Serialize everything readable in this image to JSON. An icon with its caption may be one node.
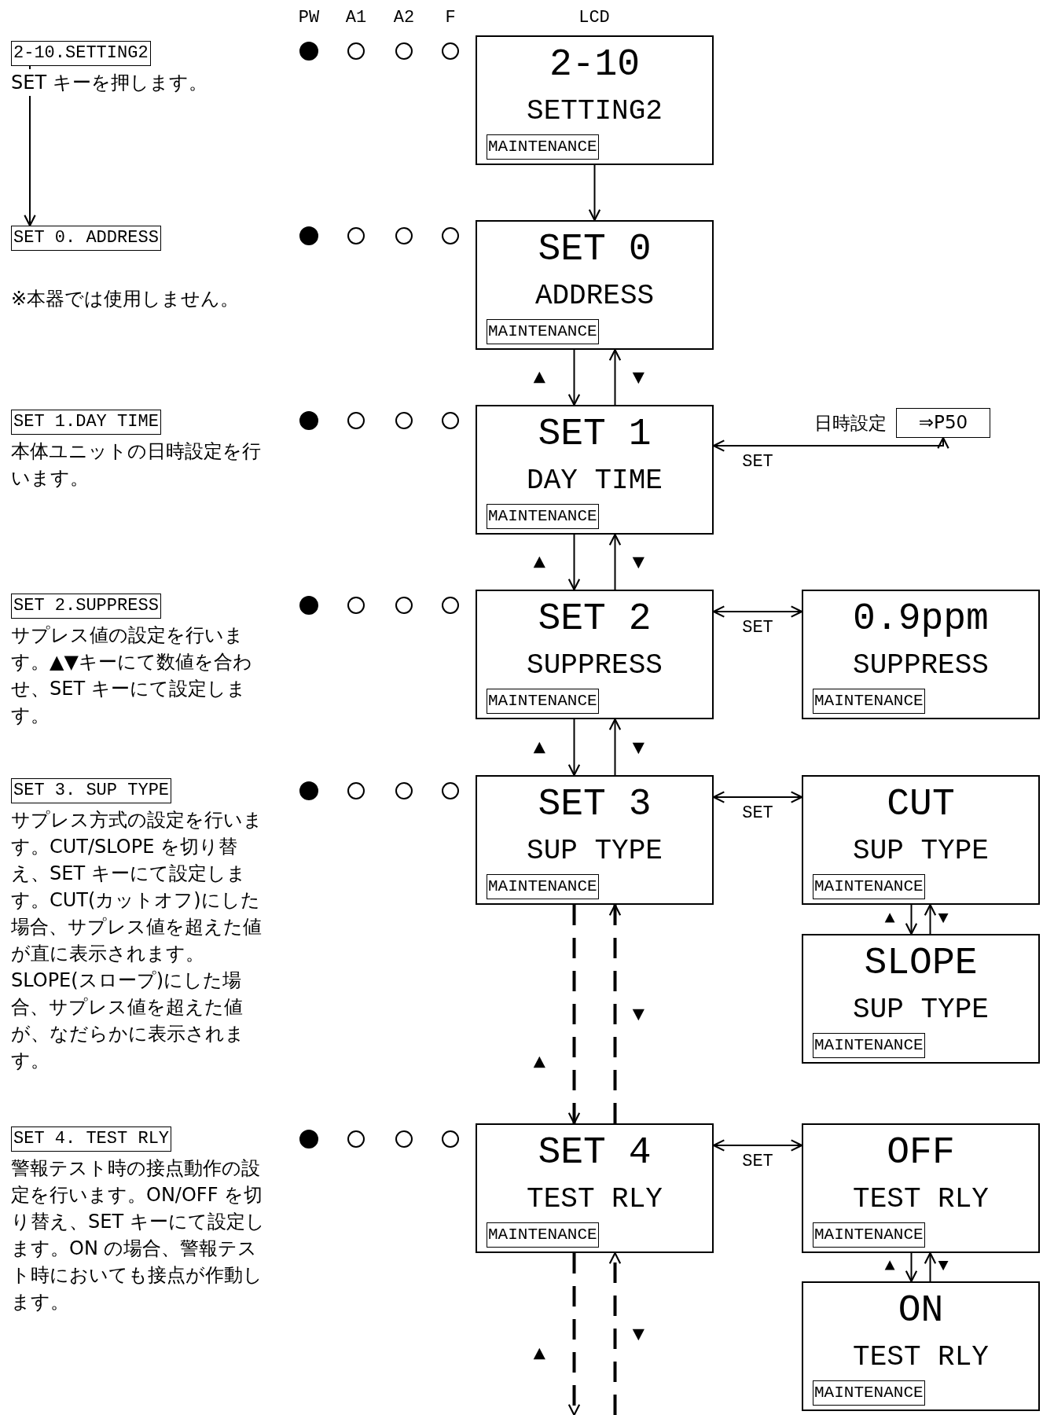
{
  "diagram": {
    "nodes": [
      {
        "text": [
          "2-10.SETTING2"
        ],
        "beside": [
          "SET キーを押します。"
        ]
      },
      {
        "text": [
          "2-10",
          "SETTING2"
        ]
      },
      {
        "text": [
          "MAINTENANCE"
        ],
        "in": 1
      },
      {
        "text": [
          "SET 0. ADDRESS"
        ],
        "beside": [
          "※本器では使用しません。"
        ]
      },
      {
        "text": [
          "SET 0",
          "ADDRESS"
        ]
      },
      {
        "text": [
          "MAINTENANCE"
        ],
        "in": 4
      },
      {
        "text": [
          "SET 1.DAY TIME"
        ],
        "beside": [
          "本体ユニットの日時設定を行います。"
        ]
      },
      {
        "text": [
          "SET 1",
          "DAY TIME"
        ]
      },
      {
        "text": [
          "MAINTENANCE"
        ],
        "in": 7
      },
      {
        "text": [
          "⇒P50"
        ],
        "beside": [
          "日時設定"
        ]
      },
      {
        "text": [
          "SET 2.SUPPRESS"
        ],
        "beside": [
          "サプレス値の設定を行います。▲▼キーにて数値を合わせ、SET キーにて設定します。"
        ]
      },
      {
        "text": [
          "SET 2",
          "SUPPRESS"
        ]
      },
      {
        "text": [
          "MAINTENANCE"
        ],
        "in": 11
      },
      {
        "text": [
          "0.9ppm",
          "SUPPRESS"
        ]
      },
      {
        "text": [
          "MAINTENANCE"
        ],
        "in": 13
      },
      {
        "text": [
          "SET 3. SUP TYPE"
        ],
        "beside": [
          "サプレス方式の設定を行います。CUT/SLOPE を切り替え、SET キーにて設定します。CUT(カットオフ)にした場合、サプレス値を超えた値が直に表示されます。SLOPE(スロープ)にした場合、サプレス値を超えた値が、なだらかに表示されます。"
        ]
      },
      {
        "text": [
          "SET 3",
          "SUP TYPE"
        ]
      },
      {
        "text": [
          "MAINTENANCE"
        ],
        "in": 16
      },
      {
        "text": [
          "CUT",
          "SUP TYPE"
        ]
      },
      {
        "text": [
          "MAINTENANCE"
        ],
        "in": 18
      },
      {
        "text": [
          "SLOPE",
          "SUP TYPE"
        ]
      },
      {
        "text": [
          "MAINTENANCE"
        ],
        "in": 20
      },
      {
        "text": [
          "SET 4. TEST RLY"
        ],
        "beside": [
          "警報テスト時の接点動作の設定を行います。ON/OFF を切り替え、SET キーにて設定します。ON の場合、警報テスト時においても接点が作動します。"
        ]
      },
      {
        "text": [
          "SET 4",
          "TEST RLY"
        ]
      },
      {
        "text": [
          "MAINTENANCE"
        ],
        "in": 23
      },
      {
        "text": [
          "OFF",
          "TEST RLY"
        ]
      },
      {
        "text": [
          "MAINTENANCE"
        ],
        "in": 25
      },
      {
        "text": [
          "ON",
          "TEST RLY"
        ]
      },
      {
        "text": [
          "MAINTENANCE"
        ],
        "in": 27
      }
    ],
    "edges": [
      {
        "from": 0,
        "to": 3,
        "arrow": "to"
      },
      {
        "from": 1,
        "to": 4,
        "arrow": "to"
      },
      {
        "from": 4,
        "to": 7,
        "arrow": "to",
        "label": "▲"
      },
      {
        "from": 7,
        "to": 4,
        "arrow": "to",
        "label": "▼"
      },
      {
        "from": 7,
        "to": 11,
        "arrow": "to",
        "label": "▲"
      },
      {
        "from": 11,
        "to": 7,
        "arrow": "to",
        "label": "▼"
      },
      {
        "from": 11,
        "to": 16,
        "arrow": "to",
        "label": "▲"
      },
      {
        "from": 16,
        "to": 11,
        "arrow": "to",
        "label": "▼"
      },
      {
        "from": 16,
        "to": 23,
        "arrow": "to",
        "label": "▲",
        "style": "dashed"
      },
      {
        "from": 23,
        "to": 16,
        "arrow": "to",
        "label": "▼",
        "style": "dashed"
      },
      {
        "from": 23,
        "to": null,
        "arrow": "to",
        "label": "▲",
        "style": "dashed"
      },
      {
        "from": null,
        "to": 23,
        "arrow": "to",
        "label": "▼",
        "style": "dashed"
      },
      {
        "from": 7,
        "to": 9,
        "arrow": "both",
        "label": "SET"
      },
      {
        "from": 11,
        "to": 13,
        "arrow": "both",
        "label": "SET"
      },
      {
        "from": 16,
        "to": 18,
        "arrow": "both",
        "label": "SET"
      },
      {
        "from": 18,
        "to": 20,
        "arrow": "to",
        "label": "▲"
      },
      {
        "from": 20,
        "to": 18,
        "arrow": "to",
        "label": "▼"
      },
      {
        "from": 23,
        "to": 25,
        "arrow": "both",
        "label": "SET"
      },
      {
        "from": 25,
        "to": 27,
        "arrow": "to",
        "label": "▲"
      },
      {
        "from": 27,
        "to": 25,
        "arrow": "to",
        "label": "▼"
      }
    ],
    "labels": [
      "PW",
      "A1",
      "A2",
      "F",
      "LCD"
    ]
  }
}
